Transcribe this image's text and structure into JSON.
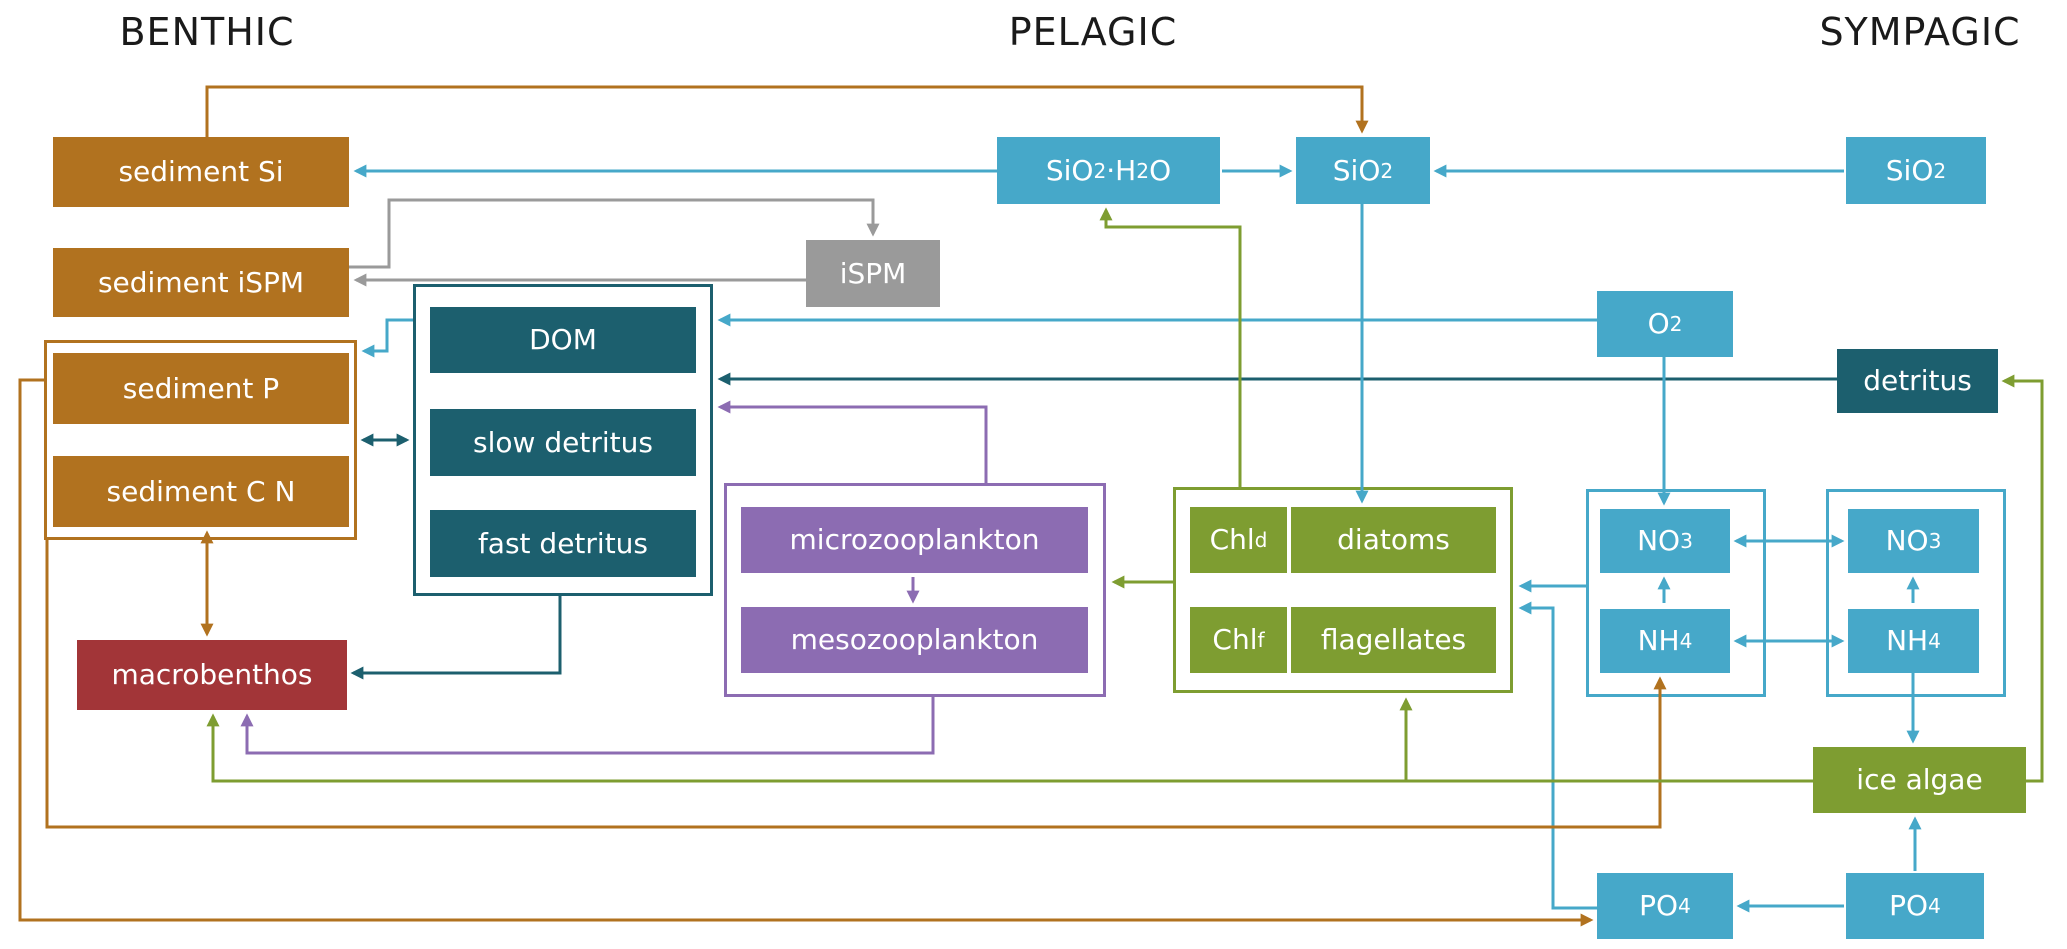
{
  "headers": {
    "benthic": "BENTHIC",
    "pelagic": "PELAGIC",
    "sympagic": "SYMPAGIC"
  },
  "colors": {
    "background": "#ffffff",
    "brown": "#b1721f",
    "red": "#a23538",
    "teal": "#1c5f6e",
    "blue": "#46a8c9",
    "gray": "#9a9a9a",
    "purple": "#8c6cb2",
    "green": "#7e9d31",
    "box_text": "#ffffff",
    "header_text": "#1a1a1a"
  },
  "boxes": {
    "sediment_si": {
      "label": "sediment Si"
    },
    "sediment_ispm": {
      "label": "sediment iSPM"
    },
    "sediment_p": {
      "label": "sediment P"
    },
    "sediment_cn": {
      "label": "sediment C N"
    },
    "macrobenthos": {
      "label": "macrobenthos"
    },
    "dom": {
      "label": "DOM"
    },
    "slow_detritus": {
      "label": "slow detritus"
    },
    "fast_detritus": {
      "label": "fast detritus"
    },
    "ispm": {
      "label": "iSPM"
    },
    "sio2_h2o": {
      "rich": [
        {
          "t": "SiO"
        },
        {
          "s": "2"
        },
        {
          "t": "·H"
        },
        {
          "s": "2"
        },
        {
          "t": "O"
        }
      ]
    },
    "sio2_pelagic": {
      "rich": [
        {
          "t": "SiO"
        },
        {
          "s": "2"
        }
      ]
    },
    "sio2_sympagic": {
      "rich": [
        {
          "t": "SiO"
        },
        {
          "s": "2"
        }
      ]
    },
    "o2": {
      "rich": [
        {
          "t": "O"
        },
        {
          "s": "2"
        }
      ]
    },
    "detritus": {
      "label": "detritus"
    },
    "microzooplankton": {
      "label": "microzooplankton"
    },
    "mesozooplankton": {
      "label": "mesozooplankton"
    },
    "chl_d": {
      "rich": [
        {
          "t": "Chl"
        },
        {
          "s": "d"
        }
      ]
    },
    "diatoms": {
      "label": "diatoms"
    },
    "chl_f": {
      "rich": [
        {
          "t": "Chl"
        },
        {
          "s": "f"
        }
      ]
    },
    "flagellates": {
      "label": "flagellates"
    },
    "no3_pelagic": {
      "rich": [
        {
          "t": "NO"
        },
        {
          "s": "3"
        }
      ]
    },
    "nh4_pelagic": {
      "rich": [
        {
          "t": "NH"
        },
        {
          "s": "4"
        }
      ]
    },
    "no3_sympagic": {
      "rich": [
        {
          "t": "NO"
        },
        {
          "s": "3"
        }
      ]
    },
    "nh4_sympagic": {
      "rich": [
        {
          "t": "NH"
        },
        {
          "s": "4"
        }
      ]
    },
    "ice_algae": {
      "label": "ice algae"
    },
    "po4_pelagic": {
      "rich": [
        {
          "t": "PO"
        },
        {
          "s": "4"
        }
      ]
    },
    "po4_sympagic": {
      "rich": [
        {
          "t": "PO"
        },
        {
          "s": "4"
        }
      ]
    }
  }
}
